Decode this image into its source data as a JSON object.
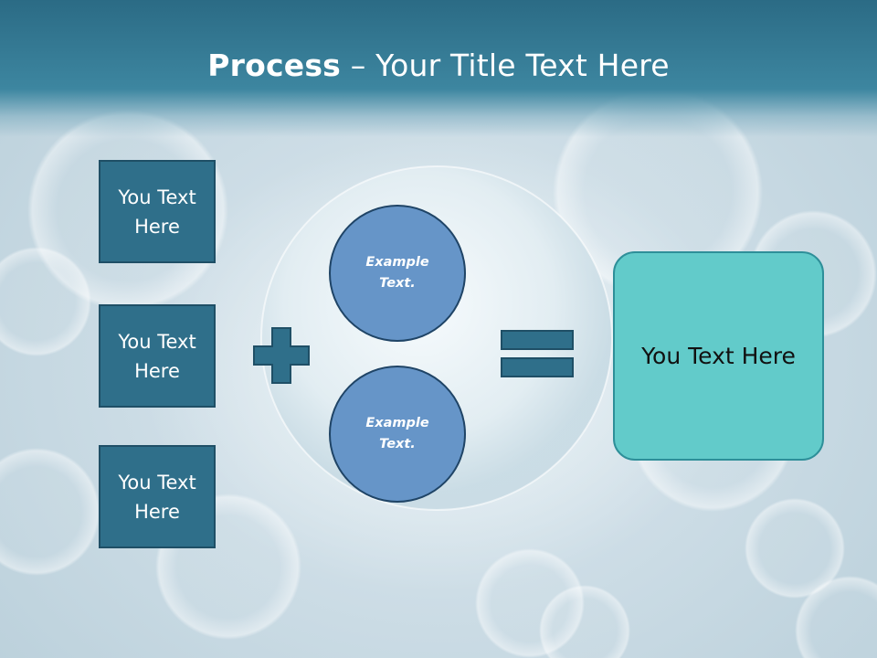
{
  "slide": {
    "title_bold": "Process",
    "title_rest": " – Your Title Text Here"
  },
  "inputs": [
    {
      "label": "You Text Here"
    },
    {
      "label": "You Text Here"
    },
    {
      "label": "You Text Here"
    }
  ],
  "circles": [
    {
      "label": "Example Text."
    },
    {
      "label": "Example Text."
    }
  ],
  "operators": {
    "plus_icon": "plus-icon",
    "equals_icon": "equals-icon"
  },
  "result": {
    "label": "You Text Here"
  },
  "colors": {
    "header": "#2b6b85",
    "input_box": "#2f6f8a",
    "circle": "#6695c8",
    "result_box": "#62cbca"
  }
}
